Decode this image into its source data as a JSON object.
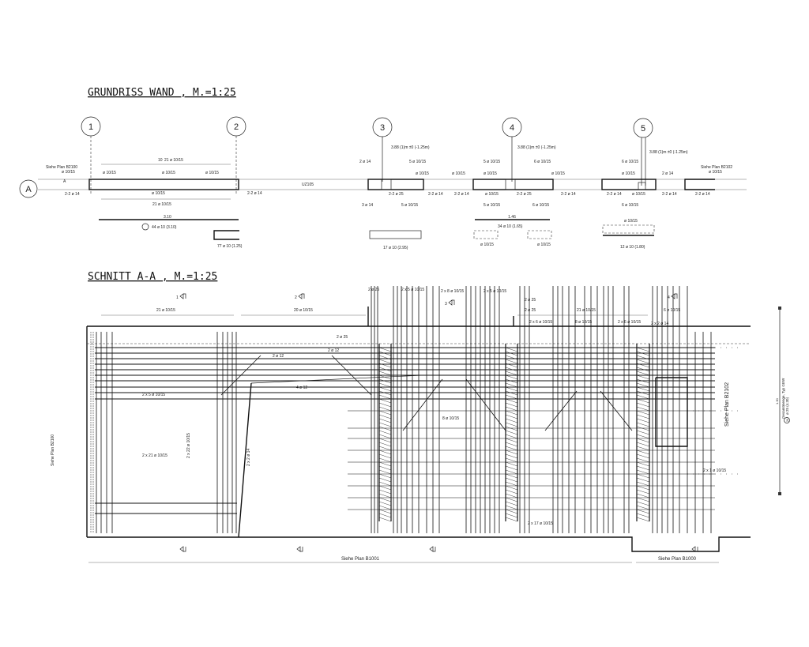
{
  "plan": {
    "title": "GRUNDRISS WAND , M.=1:25",
    "axes": [
      "1",
      "2",
      "3",
      "4",
      "5"
    ],
    "row_axis": "A",
    "wall_label": "UZ105",
    "section_marker": "A",
    "labels": {
      "left_ref": "Siehe Plan B2100",
      "left_ref_bar": "ø 10/15",
      "top_1": "21 ø 10/15",
      "top_1_pos": "10",
      "a1": "ø 10/15",
      "a2": "ø 10/15",
      "a3": "ø 10/15",
      "left_bottom": "2-2 ø 14",
      "b1": "ø 10/15",
      "right_1": "2-2 ø 14",
      "bottom_1": "21 ø 10/15",
      "dim_1": "3.10",
      "bar_1": "44 ø 10 (3.10)",
      "bar_2": "77 ø 10 (1.25)",
      "s3_note": "3.88 (1)m ±0 (-1.25m)",
      "s3_a": "2 ø 14",
      "s3_b": "5 ø 10/15",
      "s3_c": "ø 10/15",
      "s3_d": "2-2 ø 25",
      "s3_e": "2-2 ø 14",
      "s3_f": "3 ø 14",
      "s3_g": "5 ø 10/15",
      "bar_3": "17 ø 10 (2.95)",
      "s4_note": "3.88 (1)m ±0 (-1.25m)",
      "s4_a": "5 ø 10/15",
      "s4_b": "6 ø 10/15",
      "s4_c": "ø 10/15",
      "s4_d": "ø 10/15",
      "s4_e": "ø 10/15",
      "s4_f": "2-2 ø 14",
      "s4_g": "ø 10/15",
      "s4_h": "2-2 ø 25",
      "s4_i": "2-2 ø 14",
      "s4_j": "5 ø 10/15",
      "s4_k": "6 ø 10/15",
      "dim_4": "1.46",
      "bar_4": "34 ø 10 (1.65)",
      "s4_l": "ø 10/15",
      "s4_m": "ø 10/15",
      "s5_note": "3.88 (1)m ±0 (-1.25m)",
      "s5_a": "6 ø 10/15",
      "s5_b": "ø 10/15",
      "s5_c": "2 ø 14",
      "s5_d": "2-2 ø 14",
      "s5_e": "ø 10/15",
      "s5_f": "2-2 ø 14",
      "s5_g": "6 ø 10/15",
      "s5_h": "ø 10/15",
      "bar_5": "12 ø 10 (1.80)",
      "right_ref": "Siehe Plan B2102",
      "right_ref_bar": "ø 10/15",
      "right_bottom": "2-2 ø 14"
    }
  },
  "section": {
    "title": "SCHNITT A-A , M.=1:25",
    "labels": {
      "l18": "21 ø 10/15",
      "l19": "20 ø 10/15",
      "l24a": "2 ø 25",
      "l6a": "2 x 5 ø 10/15",
      "l8": "2 x 8 ø 10/15",
      "l6b": "2 x 5 ø 10/15",
      "l24b": "2 ø 25",
      "l25": "2 ø 25",
      "l18b": "21 ø 10/15",
      "l19b": "2 x 6 ø 10/15",
      "l22": "8 ø 10/15",
      "l19c": "2 x 6 ø 10/15",
      "l9": "2 x 2 ø 14",
      "l21": "6 ø 10/15",
      "l24c": "2 ø 25",
      "l11a": "2 ø 12",
      "l11b": "2 ø 12",
      "l13": "4 ø 12",
      "l17": "2 x 5 ø 10/15",
      "l16": "2 x 21 ø 10/15",
      "l1": "2 x 22 ø 10/15",
      "l20": "8 ø 10/15",
      "l5": "2 x 17 ø 10/15",
      "l12": "2 x 1 ø 10/15",
      "l7": "2 x 2 ø 14",
      "left_ref": "Siehe Plan B2100",
      "right_ref": "Siehe Plan B2102",
      "bottom_ref_1": "Siehe Plan B1001",
      "bottom_ref_2": "Siehe Plan B1000"
    },
    "cut_markers": [
      "1",
      "2",
      "3",
      "4"
    ]
  },
  "legend": {
    "dim": "1.30",
    "title": "Gesamtmenge, Typ GEW",
    "bar": "ø 25 (4.30)",
    "pos": "26"
  }
}
